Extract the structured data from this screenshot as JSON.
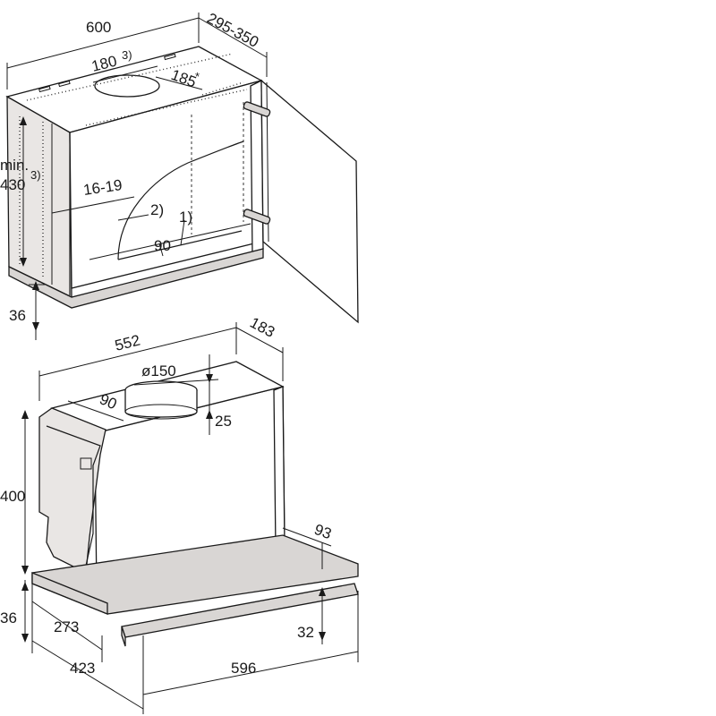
{
  "cabinet": {
    "width_label": "600",
    "depth_label": "295-350",
    "cutout_label": "180",
    "cutout_note": "3)",
    "rear_offset_label": "185",
    "rear_offset_note": "*",
    "height_label_line1": "min.",
    "height_label_line2": "430",
    "height_note": "3)",
    "side_offset_label": "16-19",
    "callout_1": "1)",
    "callout_2": "2)",
    "inner_label": "90",
    "base_label": "36"
  },
  "appliance": {
    "width_label": "552",
    "depth_label": "183",
    "duct_label": "ø150",
    "duct_offset_label": "90",
    "duct_height_label": "25",
    "height_label": "400",
    "tray_depth_label": "93",
    "base_height_label": "36",
    "front_depth_label": "273",
    "total_depth_label": "423",
    "front_width_label": "596",
    "front_height_label": "32"
  }
}
